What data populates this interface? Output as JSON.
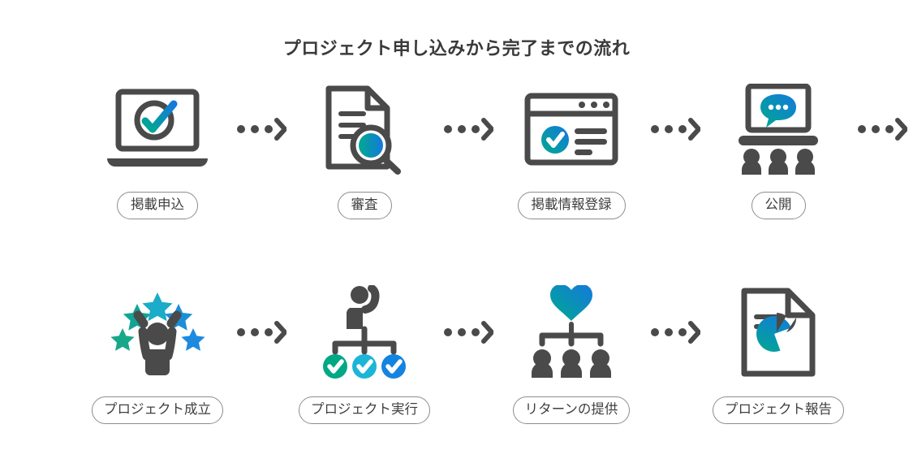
{
  "title": "プロジェクト申し込みから完了までの流れ",
  "colors": {
    "background": "#ffffff",
    "text_dark": "#3f3f3f",
    "icon_gray": "#4a4a4a",
    "pill_border": "#8d8d8d",
    "arrow_gray": "#4a4a4a",
    "gradient_teal": "#00a98f",
    "gradient_cyan": "#12b0c8",
    "gradient_blue": "#1479dd"
  },
  "flow": {
    "rows": [
      {
        "steps": [
          {
            "label": "掲載申込",
            "icon": "laptop-check-icon"
          },
          {
            "label": "審査",
            "icon": "document-magnifier-icon"
          },
          {
            "label": "掲載情報登録",
            "icon": "browser-window-check-icon"
          },
          {
            "label": "公開",
            "icon": "monitor-speech-audience-icon"
          }
        ],
        "arrow_count": 4,
        "arrow_icon": "dotted-chevron-arrow-icon"
      },
      {
        "steps": [
          {
            "label": "プロジェクト成立",
            "icon": "cheering-person-stars-icon"
          },
          {
            "label": "プロジェクト実行",
            "icon": "person-raised-hand-checks-icon"
          },
          {
            "label": "リターンの提供",
            "icon": "heart-audience-icon"
          },
          {
            "label": "プロジェクト報告",
            "icon": "report-piechart-document-icon"
          }
        ],
        "arrow_count": 3,
        "arrow_icon": "dotted-chevron-arrow-icon"
      }
    ]
  },
  "star_colors": [
    "#17a88a",
    "#12a594",
    "#1aacc8",
    "#1b8ed8",
    "#1d8ae0"
  ],
  "check_circle_colors": [
    "#00a886",
    "#1cb5d8",
    "#1484e0"
  ]
}
